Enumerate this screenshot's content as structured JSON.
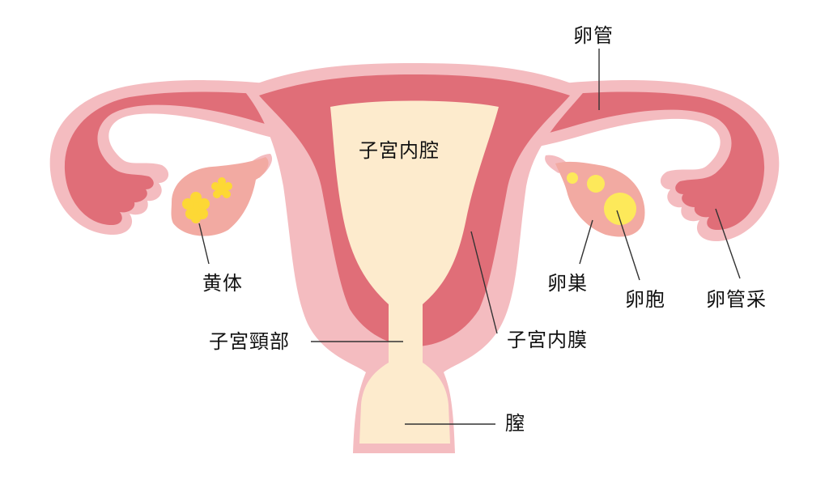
{
  "diagram": {
    "subject": "Female reproductive organs (uterus)",
    "colors": {
      "outer_wall": "#f4bcc0",
      "myometrium": "#e06e78",
      "cavity": "#fdebcd",
      "ovary": "#f2aaa2",
      "follicle": "#fde95a",
      "corpus_luteum": "#fdd835",
      "leader_line": "#333333",
      "text": "#111111"
    },
    "labels": {
      "fallopian_tube": "卵管",
      "uterine_cavity": "子宮内腔",
      "corpus_luteum": "黄体",
      "ovary": "卵巣",
      "follicle": "卵胞",
      "fimbriae": "卵管采",
      "cervix": "子宮頸部",
      "endometrium": "子宮内膜",
      "vagina": "膣"
    }
  }
}
